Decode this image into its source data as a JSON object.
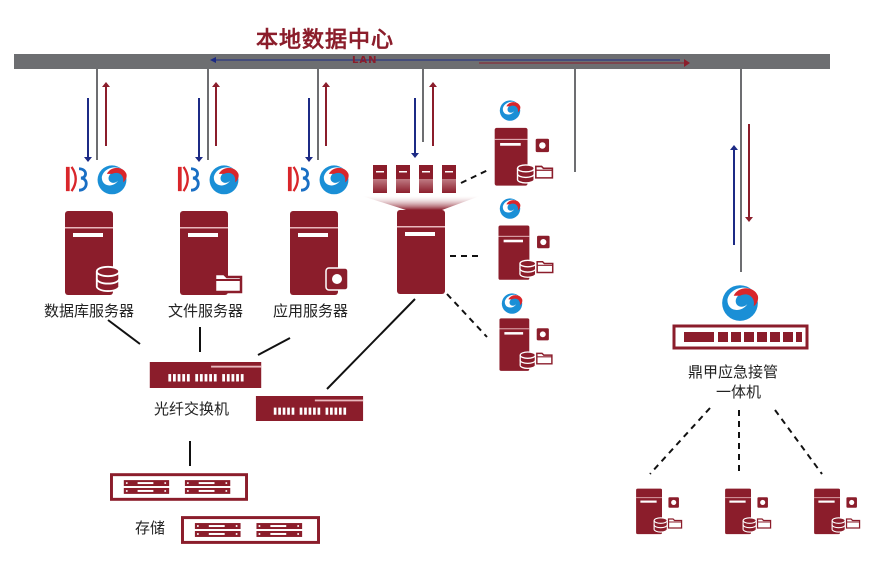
{
  "title": "本地数据中心",
  "lan_label": "LAN",
  "labels": {
    "db_server": "数据库服务器",
    "file_server": "文件服务器",
    "app_server": "应用服务器",
    "fiber_switch": "光纤交换机",
    "storage": "存储",
    "appliance_line1": "鼎甲应急接管",
    "appliance_line2": "一体机"
  },
  "colors": {
    "brand": "#8b1d2b",
    "lan_bar": "#6d6e71",
    "arrow_blue": "#1c2a85",
    "arrow_red": "#8b1d2b",
    "logo_blue": "#1a8fd6",
    "logo_red": "#d9262b",
    "line": "#111111"
  },
  "icons": {
    "db_logo": "db-logo-icon",
    "brand_logo": "swirl-logo-icon",
    "server": "server-tower-icon",
    "database": "database-icon",
    "folder": "folder-icon",
    "app": "app-square-icon",
    "switch": "fiber-switch-icon",
    "storage": "storage-array-icon",
    "appliance": "appliance-icon"
  }
}
